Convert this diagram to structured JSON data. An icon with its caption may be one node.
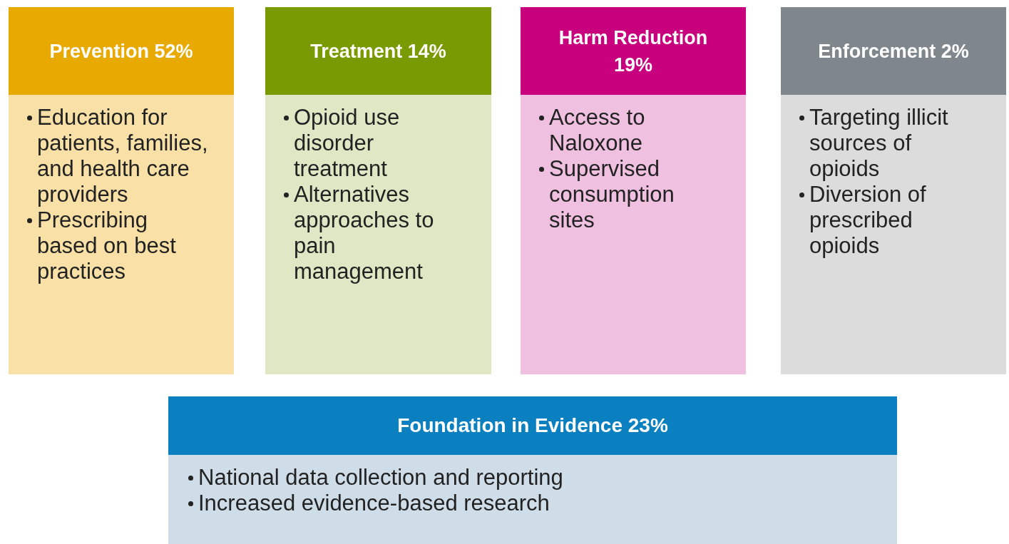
{
  "diagram": {
    "nodes": [
      {
        "text": [
          "Prevention 52%",
          "Education for patients, families, and health care providers",
          "Prescribing based on best practices"
        ]
      },
      {
        "text": [
          "Treatment 14%",
          "Opioid use disorder treatment",
          "Alternatives approaches to pain management"
        ]
      },
      {
        "text": [
          "Harm Reduction 19%",
          "Access to Naloxone",
          "Supervised consumption sites"
        ]
      },
      {
        "text": [
          "Enforcement 2%",
          "Targeting illicit sources of opioids",
          "Diversion of prescribed opioids"
        ]
      },
      {
        "text": [
          "Foundation in Evidence 23%",
          "National data collection and reporting",
          "Increased evidence-based research"
        ]
      }
    ]
  }
}
